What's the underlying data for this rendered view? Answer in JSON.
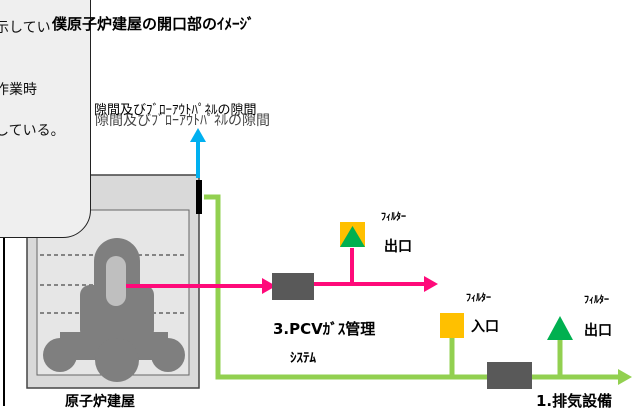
{
  "diagram": {
    "title": "僕原子炉建屋の開口部のｲﾒｰｼﾞ",
    "callout_lines": [
      "示してい",
      "作業時",
      "している。"
    ],
    "gap_label": "隙間及びﾌﾞﾛｰｱｳﾄﾊﾟﾈﾙの隙間",
    "gap_label_shadow": "隙間及びﾌﾞﾛｰｱｳﾄﾊﾟﾈﾙの隙間",
    "building_label": "原子炉建屋",
    "pcv_label_1": "3.PCVｶﾞｽ管理",
    "pcv_label_2": "ｼｽﾃﾑ",
    "filter_out_1_label": "ﾌｨﾙﾀｰ",
    "filter_out_1_sub": "出口",
    "filter_in_label": "ﾌｨﾙﾀｰ",
    "filter_in_sub": "入口",
    "filter_out_2_label": "ﾌｨﾙﾀｰ",
    "filter_out_2_sub": "出口",
    "exhaust_label": "1.排気設備"
  },
  "colors": {
    "magenta_line": "#ff0a7a",
    "green_line": "#92d050",
    "blue_arrow": "#00b0f0",
    "triangle": "#00b050",
    "square": "#ffc000",
    "device": "#595959",
    "building_bg": "#d9d9d9"
  }
}
